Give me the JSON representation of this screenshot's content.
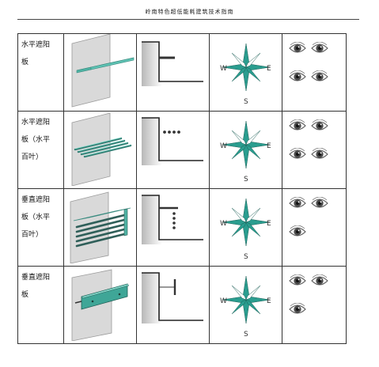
{
  "header": {
    "title": "岭南特色超低能耗建筑技术指南"
  },
  "rows": [
    {
      "label_lines": [
        "水平遮阳",
        "板"
      ],
      "eye_count": 4
    },
    {
      "label_lines": [
        "水平遮阳",
        "板（水平",
        "百叶）"
      ],
      "eye_count": 4
    },
    {
      "label_lines": [
        "垂直遮阳",
        "板（水平",
        "百叶）"
      ],
      "eye_count": 3
    },
    {
      "label_lines": [
        "垂直遮阳",
        "板"
      ],
      "eye_count": 3
    }
  ],
  "compass": {
    "west": "W",
    "east": "E",
    "south": "S",
    "color": "#2a9d8f"
  },
  "colors": {
    "shade_teal": "#7fd1c4",
    "wall_gray": "#d9d9d9",
    "border": "#333333"
  }
}
